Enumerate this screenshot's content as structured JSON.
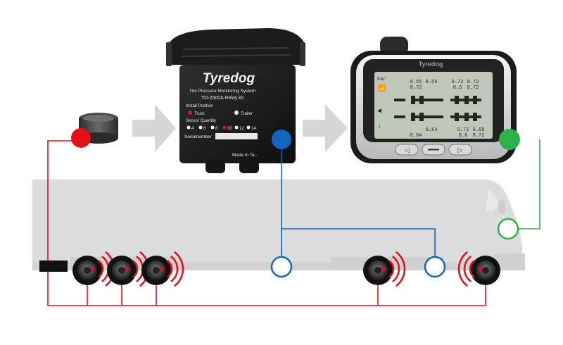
{
  "repeater": {
    "brand": "Tyredog",
    "subtitle": "Tire Pressure Monitoring System",
    "model": "TD-2000A Relay kit",
    "install_position_label": "Install Position",
    "truck_label": "Truck",
    "trailer_label": "Trailer",
    "sensor_quantity_label": "Sensor Quantity",
    "quantity_options": [
      "4",
      "6",
      "8",
      "10",
      "12",
      "14"
    ],
    "serial_label": "Serialnumber",
    "made_in": "Made in Ta..."
  },
  "monitor": {
    "brand": "Tyredog",
    "unit": "bar",
    "readings_top": [
      "8.55",
      "8.55",
      "8.72",
      "8.72",
      "8.72",
      "8.6",
      "8.72"
    ],
    "readings_bottom": [
      "8.64",
      "8.72",
      "8.89",
      "8.64",
      "8.6",
      "8.72"
    ],
    "buttons": [
      "speaker-button",
      "menu-button",
      "play-button"
    ]
  },
  "colors": {
    "sensor_link": "#e3101a",
    "repeater_link": "#1565c0",
    "monitor_link": "#2db34a",
    "truck_silhouette": "#dcdcdc",
    "arrow": "#d6d6d6"
  }
}
